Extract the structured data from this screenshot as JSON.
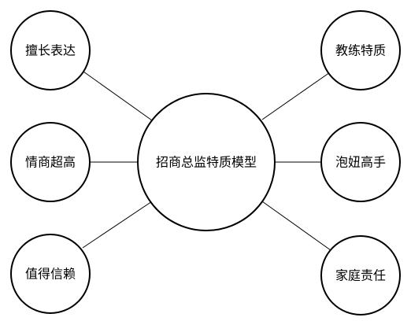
{
  "center": {
    "label": "招商总监特质模型"
  },
  "nodes": [
    {
      "id": "top-left",
      "label": "擅长表达"
    },
    {
      "id": "middle-left",
      "label": "情商超高"
    },
    {
      "id": "bottom-left",
      "label": "值得信赖"
    },
    {
      "id": "top-right",
      "label": "教练特质"
    },
    {
      "id": "middle-right",
      "label": "泡妞高手"
    },
    {
      "id": "bottom-right",
      "label": "家庭责任"
    }
  ]
}
